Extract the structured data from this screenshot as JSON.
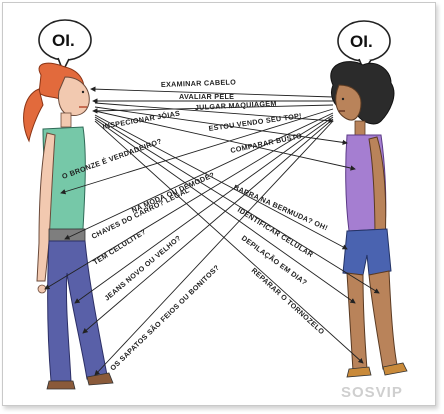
{
  "greetings": {
    "left": "OI.",
    "right": "OI."
  },
  "labels": [
    "EXAMINAR CABELO",
    "AVALIAR PELE",
    "JULGAR MAQUIAGEM",
    "INSPECIONAR JÓIAS",
    "ESTOU VENDO SEU TOP!",
    "O BRONZE É VERDADEIRO?",
    "COMPARAR BUSTO",
    "NA MODA OU DEMODÉ?",
    "CHAVES DO CARRO? LEGAL",
    "BARRA NA BERMUDA? OH!",
    "IDENTIFICAR CELULAR",
    "TEM CELULITE?",
    "DEPILAÇÃO EM DIA?",
    "JEANS NOVO OU VELHO?",
    "REPARAR O TORNOZELO",
    "OS SAPATOS SÃO FEIOS OU BONITOS?"
  ],
  "watermark": "SOSVIP",
  "colors": {
    "hair_left": "#e26a3c",
    "top_left": "#76c8a8",
    "jeans_left": "#5960a8",
    "hair_right": "#2b2b2b",
    "top_right": "#a57ed1",
    "shorts_right": "#4a63b0",
    "skin": "#f2c9b0",
    "skin_dark": "#b9835a"
  }
}
